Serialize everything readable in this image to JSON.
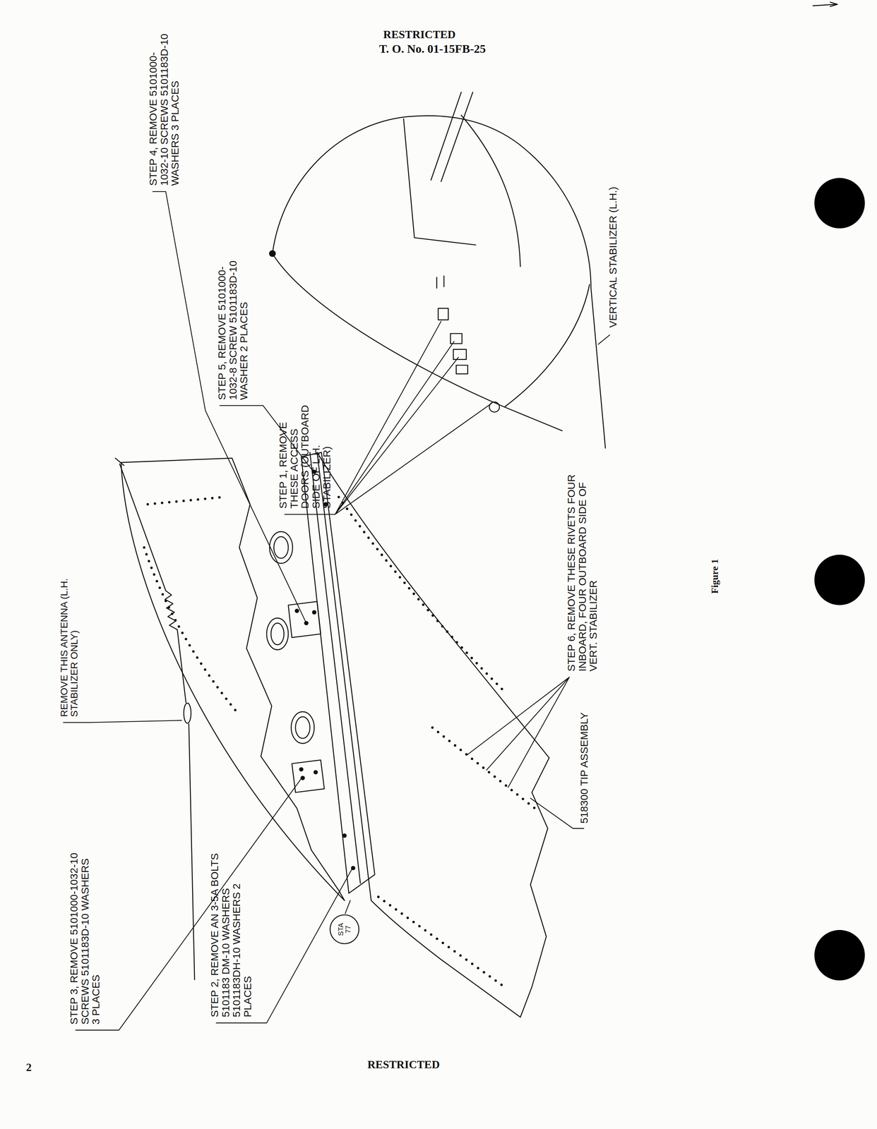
{
  "diagram": {
    "caption": "Figure 1",
    "labels": [
      "RESTRICTED",
      "T. O. No. 01-15FB-25",
      "STEP 4, REMOVE 5101000-1032-10 SCREWS 5101183D-10 WASHERS 3 PLACES",
      "STEP 5, REMOVE 5101000-1032-8 SCREW 5101183D-10 WASHER 2 PLACES",
      "STEP 1, REMOVE THESE ACCESS DOORS (OUTBOARD SIDE OF L.H. STABILIZER)",
      "REMOVE THIS ANTENNA (L.H. STABILIZER ONLY)",
      "VERTICAL STABILIZER (L.H.)",
      "STEP 6, REMOVE THESE RIVETS FOUR INBOARD, FOUR OUTBOARD SIDE OF VERT. STABILIZER",
      "518300 TIP ASSEMBLY",
      "STEP 3, REMOVE 5101000-1032-10 SCREWS 5101183D-10 WASHERS 3 PLACES",
      "STEP 2, REMOVE AN 3-5A BOLTS 5101183 DM-10 WASHERS 5101183DH-10 WASHERS 2 PLACES",
      "STA 77",
      "2",
      "RESTRICTED"
    ]
  }
}
